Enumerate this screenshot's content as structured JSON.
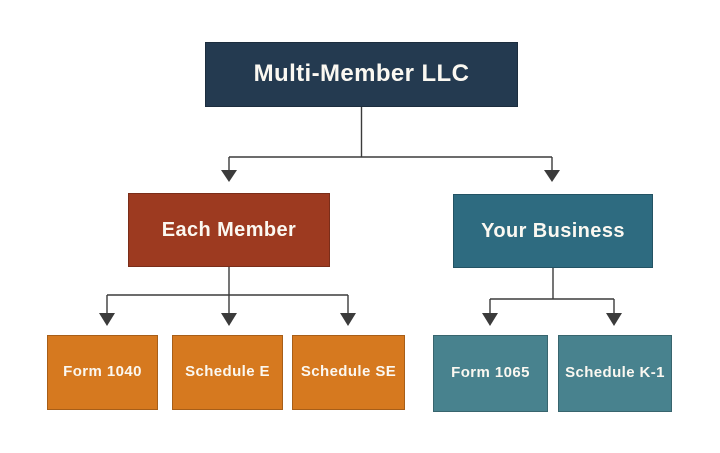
{
  "colors": {
    "background": "#ffffff",
    "connector": "#3b3b3b",
    "navy": "#243a50",
    "brick": "#9d3a20",
    "teal_dark": "#2e6b80",
    "orange": "#d6791f",
    "teal_light": "#48828e",
    "text": "#fbf8f1"
  },
  "diagram": {
    "root": {
      "label": "Multi-Member LLC"
    },
    "branches": {
      "each_member": {
        "label": "Each Member",
        "children": {
          "form_1040": {
            "label": "Form 1040"
          },
          "schedule_e": {
            "label": "Schedule E"
          },
          "schedule_se": {
            "label": "Schedule SE"
          }
        }
      },
      "your_business": {
        "label": "Your Business",
        "children": {
          "form_1065": {
            "label": "Form 1065"
          },
          "schedule_k1": {
            "label": "Schedule K-1"
          }
        }
      }
    }
  }
}
